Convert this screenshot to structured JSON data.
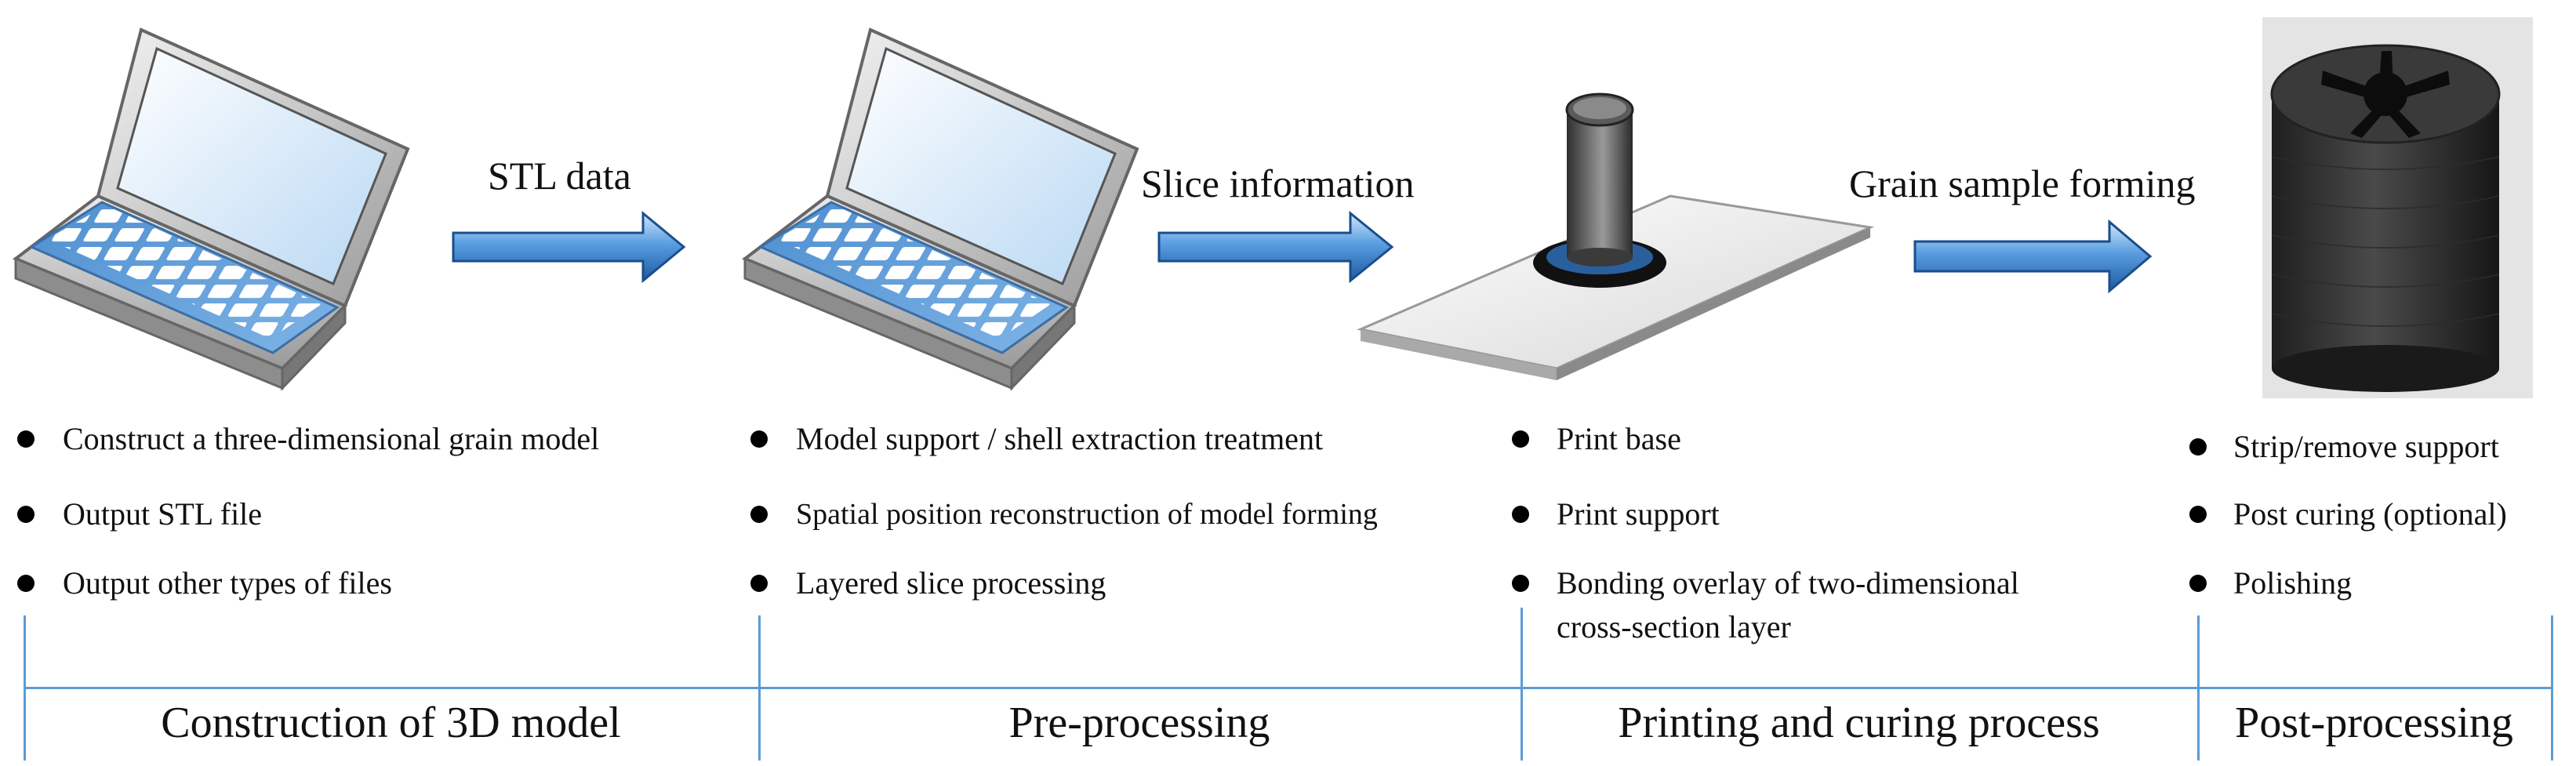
{
  "arrows": {
    "stl": "STL data",
    "slice": "Slice information",
    "grain": "Grain sample forming"
  },
  "columns": [
    {
      "bullets": [
        "Construct a three-dimensional grain model",
        "Output STL file",
        "Output other types of files"
      ]
    },
    {
      "bullets": [
        "Model support / shell extraction treatment",
        "Spatial position reconstruction of model forming",
        "Layered slice processing"
      ]
    },
    {
      "bullets": [
        "Print base",
        "Print support",
        "Bonding overlay of two-dimensional",
        "cross-section layer"
      ]
    },
    {
      "bullets": [
        "Strip/remove support",
        "Post curing (optional)",
        "Polishing"
      ]
    }
  ],
  "stages": [
    "Construction of 3D model",
    "Pre-processing",
    "Printing and curing process",
    "Post-processing"
  ],
  "colors": {
    "accent": "#5b9bd5",
    "arrow_dark": "#1f5fa8",
    "arrow_light": "#9ecbf2"
  }
}
